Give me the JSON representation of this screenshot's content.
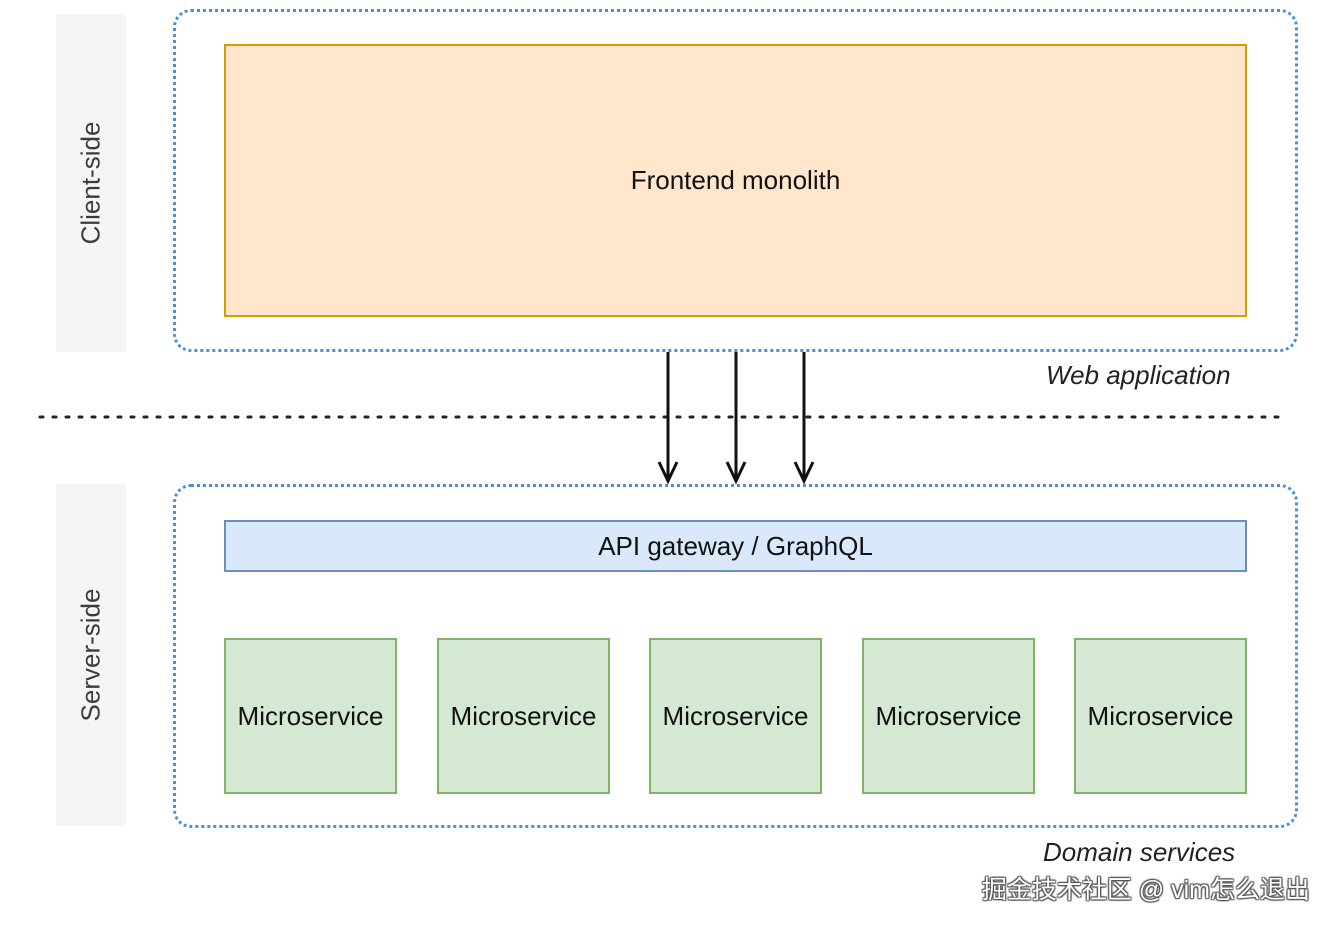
{
  "bands": {
    "client": "Client-side",
    "server": "Server-side"
  },
  "web_application": {
    "caption": "Web application",
    "frontend": "Frontend monolith"
  },
  "domain_services": {
    "caption": "Domain services",
    "gateway": "API gateway / GraphQL",
    "microservices": [
      "Microservice",
      "Microservice",
      "Microservice",
      "Microservice",
      "Microservice"
    ]
  },
  "watermark": "掘金技术社区 @ vim怎么退出",
  "colors": {
    "container_border": "#4a90d9",
    "frontend_fill": "#ffe6cc",
    "frontend_border": "#d79b00",
    "gateway_fill": "#dae8fc",
    "gateway_border": "#6c8ebf",
    "microservice_fill": "#d5e8d4",
    "microservice_border": "#82b366"
  }
}
